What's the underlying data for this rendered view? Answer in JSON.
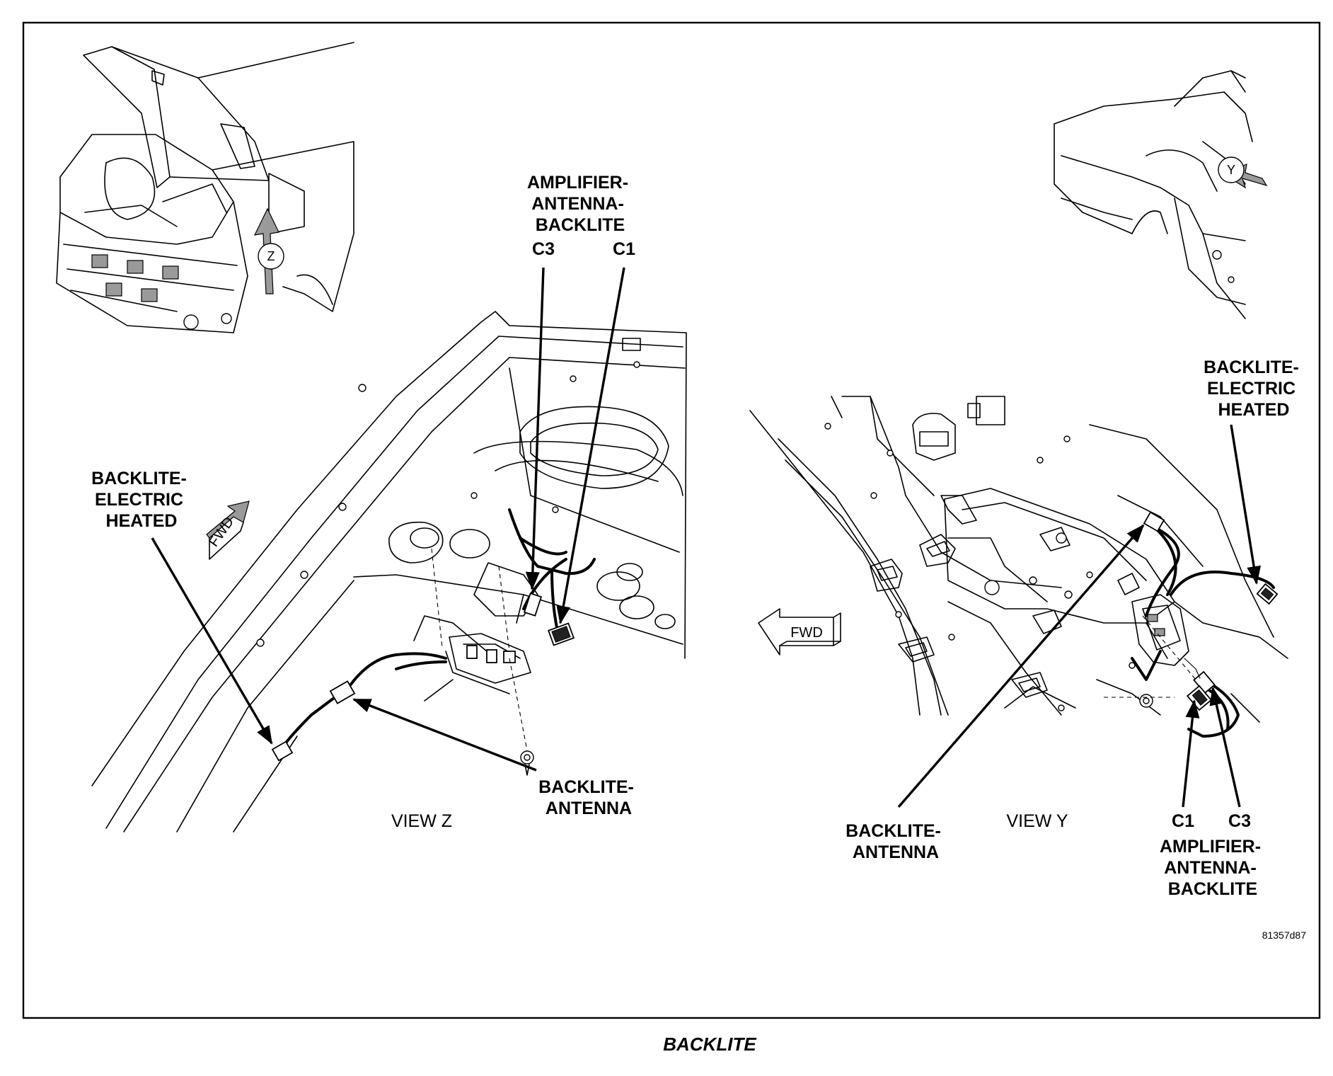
{
  "figure": {
    "caption": "BACKLITE",
    "reference_number": "81357d87"
  },
  "view_z": {
    "title": "VIEW Z",
    "key_letter": "Z",
    "forward_label": "FWD",
    "callouts": {
      "amplifier": [
        "AMPLIFIER-",
        "ANTENNA-",
        "BACKLITE"
      ],
      "connector_c3": "C3",
      "connector_c1": "C1",
      "heated_backlite": [
        "BACKLITE-",
        "ELECTRIC",
        "HEATED"
      ],
      "backlite_antenna": [
        "BACKLITE-",
        "ANTENNA"
      ]
    }
  },
  "view_y": {
    "title": "VIEW Y",
    "key_letter": "Y",
    "forward_label": "FWD",
    "callouts": {
      "heated_backlite": [
        "BACKLITE-",
        "ELECTRIC",
        "HEATED"
      ],
      "backlite_antenna": [
        "BACKLITE-",
        "ANTENNA"
      ],
      "connector_c1": "C1",
      "connector_c3": "C3",
      "amplifier": [
        "AMPLIFIER-",
        "ANTENNA-",
        "BACKLITE"
      ]
    }
  }
}
